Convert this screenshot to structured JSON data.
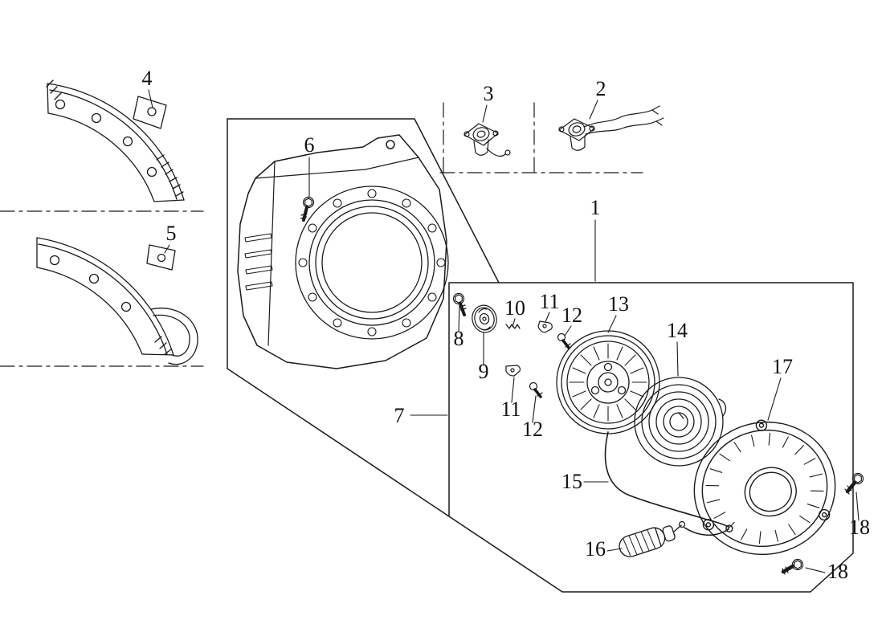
{
  "diagram": {
    "type": "exploded-parts-diagram",
    "colors": {
      "background": "#ffffff",
      "line": "#1a1a1a",
      "label": "#111111"
    },
    "callouts": [
      {
        "label": "4"
      },
      {
        "label": "5"
      },
      {
        "label": "6"
      },
      {
        "label": "3"
      },
      {
        "label": "2"
      },
      {
        "label": "1"
      },
      {
        "label": "7"
      },
      {
        "label": "8"
      },
      {
        "label": "9"
      },
      {
        "label": "10"
      },
      {
        "label": "11"
      },
      {
        "label": "12"
      },
      {
        "label": "13"
      },
      {
        "label": "14"
      },
      {
        "label": "11"
      },
      {
        "label": "12"
      },
      {
        "label": "15"
      },
      {
        "label": "16"
      },
      {
        "label": "17"
      },
      {
        "label": "18"
      },
      {
        "label": "18"
      }
    ]
  }
}
